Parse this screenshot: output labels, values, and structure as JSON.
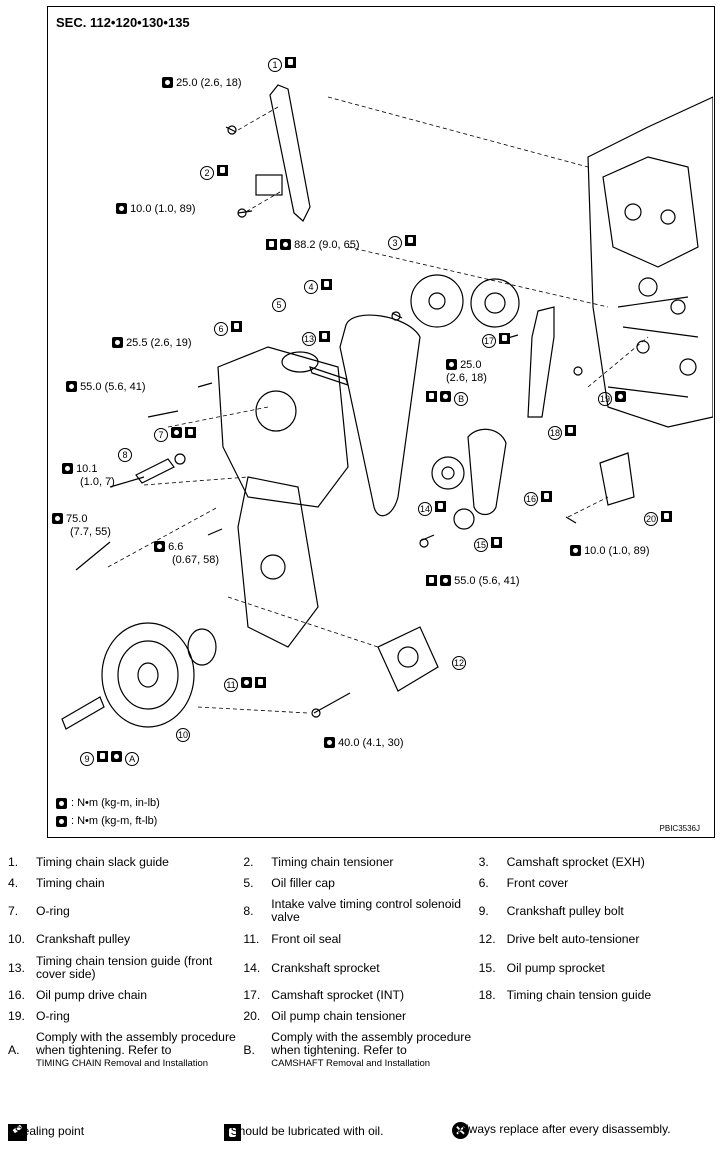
{
  "section": "SEC. 112•120•130•135",
  "callouts": {
    "c1": "25.0 (2.6, 18)",
    "c2": "10.0 (1.0, 89)",
    "c3": "88.2 (9.0, 65)",
    "c4": "25.5 (2.6, 19)",
    "c5": "55.0 (5.6, 41)",
    "c6a": "10.1",
    "c6b": "(1.0, 7)",
    "c7a": "75.0",
    "c7b": "(7.7, 55)",
    "c8a": "6.6",
    "c8b": "(0.67, 58)",
    "c9a": "25.0",
    "c9b": "(2.6, 18)",
    "c10": "10.0 (1.0, 89)",
    "c11": "55.0 (5.6, 41)",
    "c12": "40.0 (4.1, 30)"
  },
  "part_numbers": [
    "1",
    "2",
    "3",
    "4",
    "5",
    "6",
    "7",
    "8",
    "9",
    "10",
    "11",
    "12",
    "13",
    "14",
    "15",
    "16",
    "17",
    "18",
    "19",
    "20"
  ],
  "letters": [
    "A",
    "B"
  ],
  "key": {
    "inlb": ": N•m (kg-m, in-lb)",
    "ftlb": ": N•m (kg-m, ft-lb)"
  },
  "image_ref": "PBIC3536J",
  "legend": [
    [
      {
        "n": "1.",
        "t": "Timing chain slack guide"
      },
      {
        "n": "2.",
        "t": "Timing chain tensioner"
      },
      {
        "n": "3.",
        "t": "Camshaft sprocket (EXH)"
      }
    ],
    [
      {
        "n": "4.",
        "t": "Timing chain"
      },
      {
        "n": "5.",
        "t": "Oil filler cap"
      },
      {
        "n": "6.",
        "t": "Front cover"
      }
    ],
    [
      {
        "n": "7.",
        "t": "O-ring"
      },
      {
        "n": "8.",
        "t": "Intake valve timing control solenoid valve"
      },
      {
        "n": "9.",
        "t": "Crankshaft pulley bolt"
      }
    ],
    [
      {
        "n": "10.",
        "t": "Crankshaft pulley"
      },
      {
        "n": "11.",
        "t": "Front oil seal"
      },
      {
        "n": "12.",
        "t": "Drive belt auto-tensioner"
      }
    ],
    [
      {
        "n": "13.",
        "t": "Timing chain tension guide (front cover side)"
      },
      {
        "n": "14.",
        "t": "Crankshaft sprocket"
      },
      {
        "n": "15.",
        "t": "Oil pump sprocket"
      }
    ],
    [
      {
        "n": "16.",
        "t": "Oil pump drive chain"
      },
      {
        "n": "17.",
        "t": "Camshaft sprocket (INT)"
      },
      {
        "n": "18.",
        "t": "Timing chain tension guide"
      }
    ],
    [
      {
        "n": "19.",
        "t": "O-ring"
      },
      {
        "n": "20.",
        "t": "Oil pump chain tensioner"
      },
      {
        "n": "",
        "t": ""
      }
    ]
  ],
  "notes": {
    "A_n": "A.",
    "A_t": "Comply with the assembly procedure when tightening. Refer to",
    "A_ref": "TIMING CHAIN Removal and Installation",
    "B_n": "B.",
    "B_t": "Comply with the assembly procedure when tightening. Refer to",
    "B_ref": "CAMSHAFT Removal and Installation"
  },
  "footer": {
    "seal": ": Sealing point",
    "oil": ": Should be lubricated with oil.",
    "replace": ": Always replace after every disassembly."
  }
}
